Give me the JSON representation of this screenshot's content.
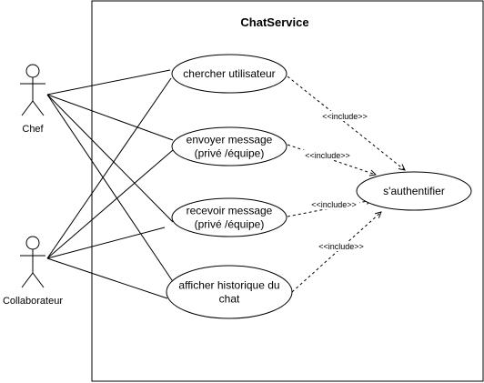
{
  "system": {
    "name": "ChatService"
  },
  "actors": [
    {
      "id": "chef",
      "label": "Chef"
    },
    {
      "id": "collab",
      "label": "Collaborateur"
    }
  ],
  "use_cases": [
    {
      "id": "chercher",
      "lines": [
        "chercher utilisateur"
      ]
    },
    {
      "id": "envoyer",
      "lines": [
        "envoyer message",
        "(privé /équipe)"
      ]
    },
    {
      "id": "recevoir",
      "lines": [
        "recevoir message",
        "(privé /équipe)"
      ]
    },
    {
      "id": "historique",
      "lines": [
        "afficher historique du",
        "chat"
      ]
    },
    {
      "id": "auth",
      "lines": [
        "s'authentifier"
      ]
    }
  ],
  "associations": [
    {
      "actor": "chef",
      "use_case": "chercher"
    },
    {
      "actor": "chef",
      "use_case": "envoyer"
    },
    {
      "actor": "chef",
      "use_case": "recevoir"
    },
    {
      "actor": "chef",
      "use_case": "historique"
    },
    {
      "actor": "collab",
      "use_case": "chercher"
    },
    {
      "actor": "collab",
      "use_case": "envoyer"
    },
    {
      "actor": "collab",
      "use_case": "recevoir"
    },
    {
      "actor": "collab",
      "use_case": "historique"
    }
  ],
  "includes": [
    {
      "from": "chercher",
      "to": "auth",
      "label": "<<include>>"
    },
    {
      "from": "envoyer",
      "to": "auth",
      "label": "<<include>>"
    },
    {
      "from": "recevoir",
      "to": "auth",
      "label": "<<include>>"
    },
    {
      "from": "historique",
      "to": "auth",
      "label": "<<include>>"
    }
  ]
}
